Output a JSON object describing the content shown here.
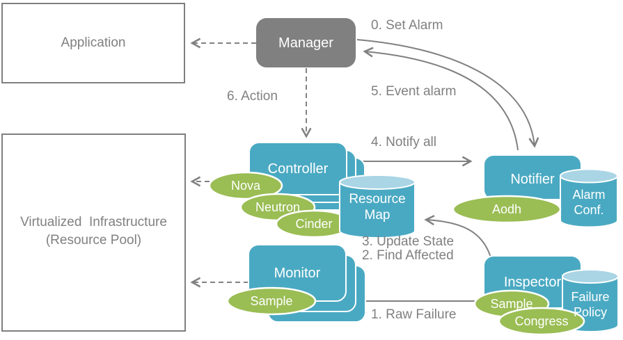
{
  "nodes": {
    "application": "Application",
    "virtualized_infrastructure": {
      "line1": "Virtualized  Infrastructure",
      "line2": "(Resource Pool)"
    },
    "manager": "Manager",
    "controller": "Controller",
    "monitor": "Monitor",
    "notifier": "Notifier",
    "inspector": "Inspector"
  },
  "datastores": {
    "resource_map": {
      "line1": "Resource",
      "line2": "Map"
    },
    "alarm_conf": {
      "line1": "Alarm",
      "line2": "Conf."
    },
    "failure_policy": {
      "line1": "Failure",
      "line2": "Policy"
    }
  },
  "plugins": {
    "nova": "Nova",
    "neutron": "Neutron",
    "cinder": "Cinder",
    "monitor_sample": "Sample",
    "aodh": "Aodh",
    "inspector_sample": "Sample",
    "congress": "Congress"
  },
  "flows": {
    "set_alarm": "0. Set Alarm",
    "event_alarm": "5. Event alarm",
    "action": "6. Action",
    "notify_all": "4. Notify all",
    "update_state": "3. Update State",
    "find_affected": "2. Find Affected",
    "raw_failure": "1. Raw Failure"
  },
  "colors": {
    "component_blue": "#4AA9C2",
    "cylinder_top_blue": "#A9D5E5",
    "plugin_green": "#9ABD54",
    "manager_gray": "#808080",
    "connector_gray": "#808080",
    "frame_border_gray": "#7F7F7F",
    "label_gray": "#808080",
    "component_text": "#FFFFFF"
  }
}
